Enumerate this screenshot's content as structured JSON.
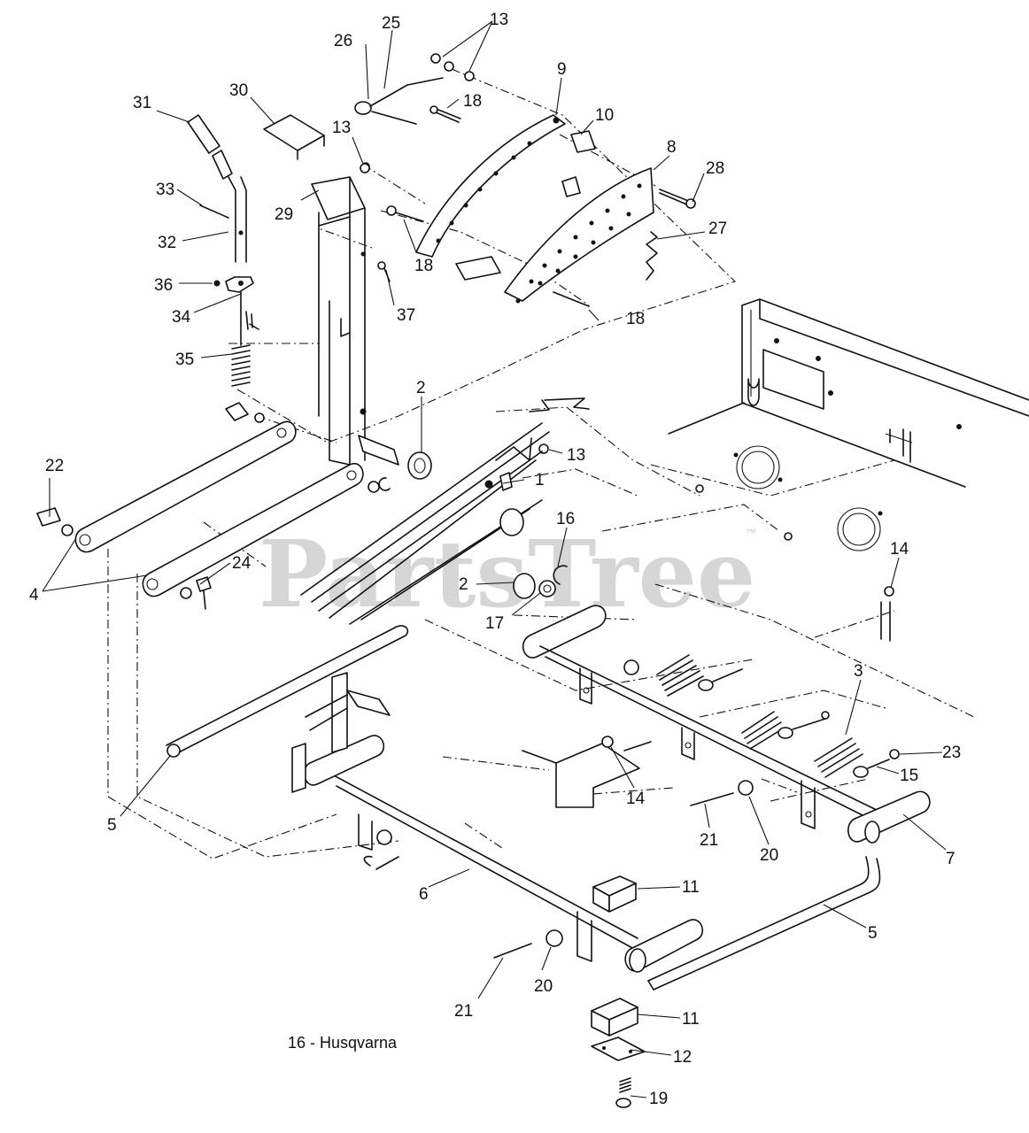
{
  "caption": "16 - Husqvarna",
  "watermark": {
    "text": "PartsTree",
    "mark": "™"
  },
  "callouts": [
    "1",
    "2",
    "2",
    "3",
    "4",
    "5",
    "5",
    "6",
    "7",
    "8",
    "9",
    "10",
    "11",
    "11",
    "12",
    "13",
    "13",
    "13",
    "14",
    "14",
    "15",
    "16",
    "17",
    "18",
    "18",
    "18",
    "19",
    "20",
    "20",
    "21",
    "21",
    "22",
    "23",
    "24",
    "25",
    "26",
    "27",
    "28",
    "29",
    "30",
    "31",
    "32",
    "33",
    "34",
    "35",
    "36",
    "37"
  ],
  "colors": {
    "line": "#111111",
    "background": "#ffffff",
    "watermark": "#c9c9c9"
  }
}
